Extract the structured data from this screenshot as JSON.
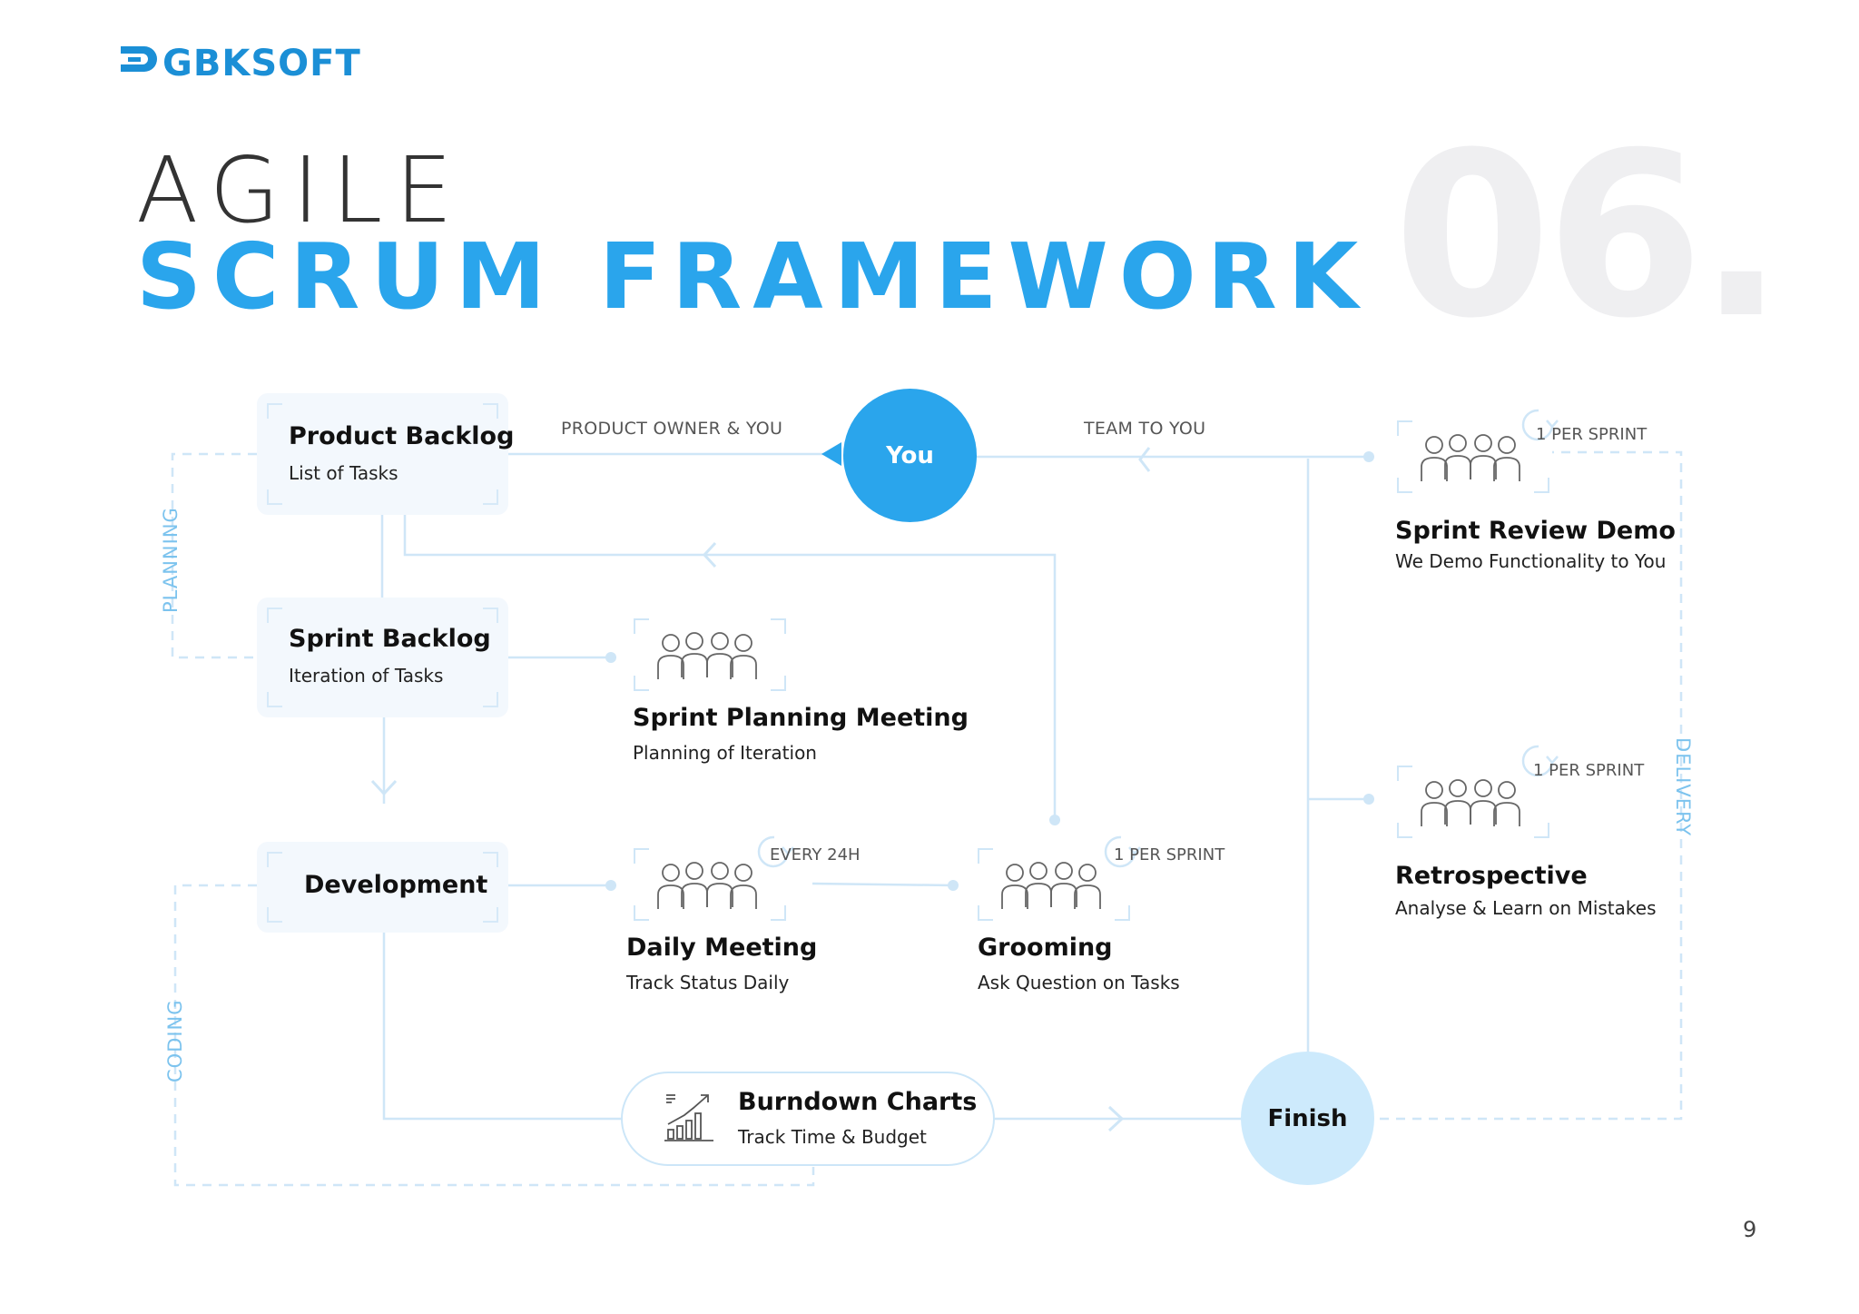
{
  "brand": {
    "name": "GBKSOFT",
    "color": "#1b8fd6"
  },
  "header": {
    "title_line1": "AGILE",
    "title_line2": "SCRUM FRAMEWORK",
    "section_number": "06."
  },
  "colors": {
    "accent": "#2aa5ec",
    "line": "#cfe6f7",
    "card_bg": "#f3f8fd",
    "finish_bg": "#cdeafc"
  },
  "phases": {
    "planning": "PLANNING",
    "coding": "CODING",
    "delivery": "DELIVERY"
  },
  "cards": {
    "product_backlog": {
      "title": "Product Backlog",
      "subtitle": "List of Tasks"
    },
    "sprint_backlog": {
      "title": "Sprint Backlog",
      "subtitle": "Iteration of Tasks"
    },
    "development": {
      "title": "Development"
    }
  },
  "nodes": {
    "sprint_planning": {
      "title": "Sprint Planning Meeting",
      "subtitle": "Planning of Iteration",
      "icon": "team-icon"
    },
    "daily_meeting": {
      "title": "Daily Meeting",
      "subtitle": "Track Status Daily",
      "frequency": "EVERY 24H",
      "icon": "team-icon"
    },
    "grooming": {
      "title": "Grooming",
      "subtitle": "Ask Question on Tasks",
      "frequency": "1 PER SPRINT",
      "icon": "team-icon"
    },
    "sprint_review": {
      "title": "Sprint Review Demo",
      "subtitle": "We Demo Functionality to You",
      "frequency": "1 PER SPRINT",
      "icon": "team-icon"
    },
    "retrospective": {
      "title": "Retrospective",
      "subtitle": "Analyse & Learn on Mistakes",
      "frequency": "1 PER SPRINT",
      "icon": "team-icon"
    },
    "burndown": {
      "title": "Burndown Charts",
      "subtitle": "Track Time & Budget",
      "icon": "chart-icon"
    }
  },
  "connectors": {
    "product_owner_you": "PRODUCT OWNER & YOU",
    "team_to_you": "TEAM TO YOU"
  },
  "circles": {
    "you": "You",
    "finish": "Finish"
  },
  "footer": {
    "page_number": "9"
  }
}
